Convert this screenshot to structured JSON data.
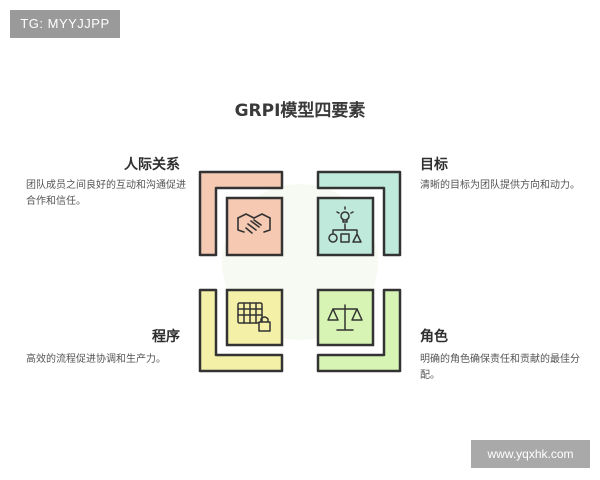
{
  "watermark_top": "TG: MYYJJPP",
  "watermark_bottom": "www.yqxhk.com",
  "title": "GRPI模型四要素",
  "quadrants": [
    {
      "label": "人际关系",
      "description": "团队成员之间良好的互动和沟通促进合作和信任。",
      "color": "#f6c9b2",
      "icon": "handshake-icon"
    },
    {
      "label": "目标",
      "description": "清晰的目标为团队提供方向和动力。",
      "color": "#bfeadb",
      "icon": "lightbulb-shapes-icon"
    },
    {
      "label": "程序",
      "description": "高效的流程促进协调和生产力。",
      "color": "#f4f0a8",
      "icon": "calendar-lock-icon"
    },
    {
      "label": "角色",
      "description": "明确的角色确保责任和贡献的最佳分配。",
      "color": "#d7f4b4",
      "icon": "balance-scale-icon"
    }
  ]
}
